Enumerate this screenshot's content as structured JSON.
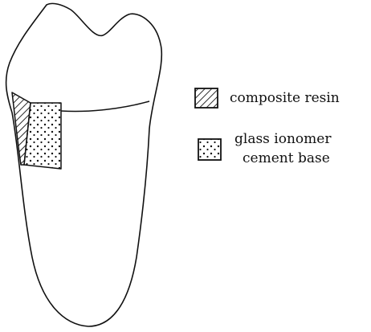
{
  "legend": {
    "items": [
      {
        "label": "composite resin",
        "pattern": "diagonal-hatch"
      },
      {
        "label_line1": "glass ionomer",
        "label_line2": "cement base",
        "pattern": "stipple-dots"
      }
    ]
  },
  "colors": {
    "ink": "#111111",
    "background": "#ffffff"
  }
}
